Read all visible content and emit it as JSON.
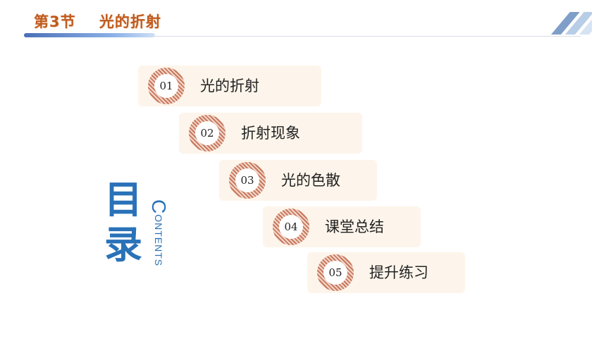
{
  "header": {
    "title": "第3节    光的折射",
    "accent_color": "#c05a1c",
    "bar_color": "#4a6fb8"
  },
  "toc": {
    "title": "目录",
    "title_char_1": "目",
    "title_char_2": "录",
    "contents_first": "C",
    "contents_rest": "ONTENTS",
    "title_color": "#2a72b8",
    "items": [
      {
        "number": "01",
        "label": "光的折射"
      },
      {
        "number": "02",
        "label": "折射现象"
      },
      {
        "number": "03",
        "label": "光的色散"
      },
      {
        "number": "04",
        "label": "课堂总结"
      },
      {
        "number": "05",
        "label": "提升练习"
      }
    ]
  }
}
